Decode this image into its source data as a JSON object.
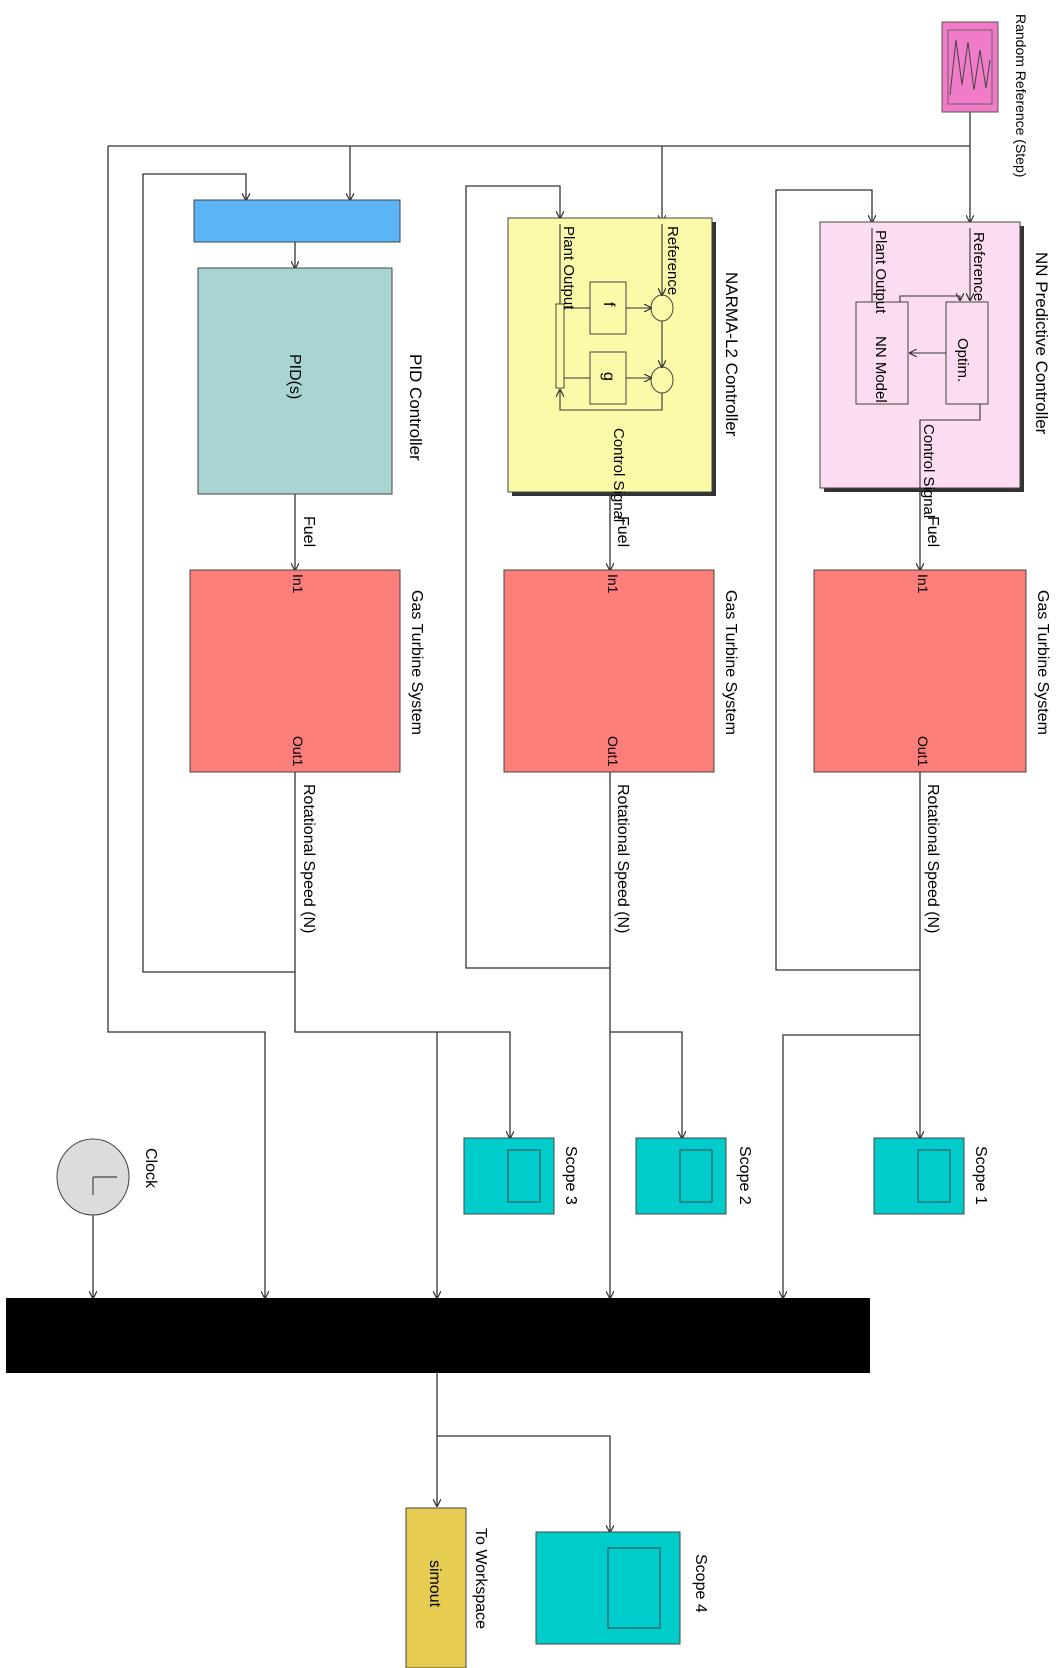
{
  "blocks": {
    "random_reference": {
      "label": "Random Reference (Step)",
      "color": "#f07cc8"
    },
    "nn_predictive": {
      "label": "NN Predictive Controller",
      "color": "#fcdcf0",
      "inputs": [
        "Reference",
        "Plant Output"
      ],
      "output": "Control Signal",
      "optim": "Optim.",
      "nn_model": "NN Model"
    },
    "narma": {
      "label": "NARMA-L2 Controller",
      "color": "#fbfaa8",
      "inputs": [
        "Reference",
        "Plant Output"
      ],
      "output": "Control Signal",
      "f": "f",
      "g": "g"
    },
    "pid": {
      "label": "PID Controller",
      "inner": "PID(s)",
      "color": "#a8d4d2"
    },
    "mux_top": {
      "color": "#5ab4f5"
    },
    "gas_turbines": [
      {
        "label": "Gas Turbine System",
        "in": "In1",
        "out": "Out1",
        "fuel": "Fuel",
        "speed": "Rotational Speed (N)"
      },
      {
        "label": "Gas Turbine System",
        "in": "In1",
        "out": "Out1",
        "fuel": "Fuel",
        "speed": "Rotational Speed (N)"
      },
      {
        "label": "Gas Turbine System",
        "in": "In1",
        "out": "Out1",
        "fuel": "Fuel",
        "speed": "Rotational Speed (N)"
      }
    ],
    "gas_turbine_color": "#fc7e7a",
    "scopes": {
      "scope1": "Scope 1",
      "scope2": "Scope 2",
      "scope3": "Scope 3",
      "scope4": "Scope 4",
      "color": "#00cccc"
    },
    "clock": {
      "label": "Clock",
      "color": "#dcdcdc"
    },
    "mux_bottom": {
      "color": "#000000"
    },
    "to_workspace": {
      "label": "To Workspace",
      "inner": "simout",
      "color": "#e6cc50"
    }
  }
}
